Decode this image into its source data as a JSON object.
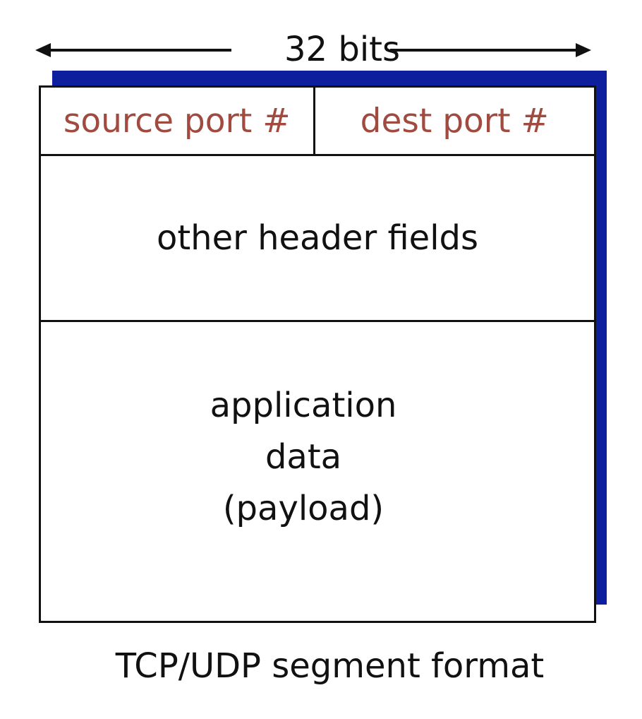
{
  "header": {
    "width_label": "32 bits"
  },
  "segment": {
    "source_port_label": "source port #",
    "dest_port_label": "dest port #",
    "other_header_label": "other header fields",
    "payload_lines": [
      "application",
      "data",
      "(payload)"
    ]
  },
  "caption": "TCP/UDP segment format",
  "colors": {
    "port_text": "#a14a3f",
    "shadow": "#0d1f9c",
    "line": "#111111"
  }
}
